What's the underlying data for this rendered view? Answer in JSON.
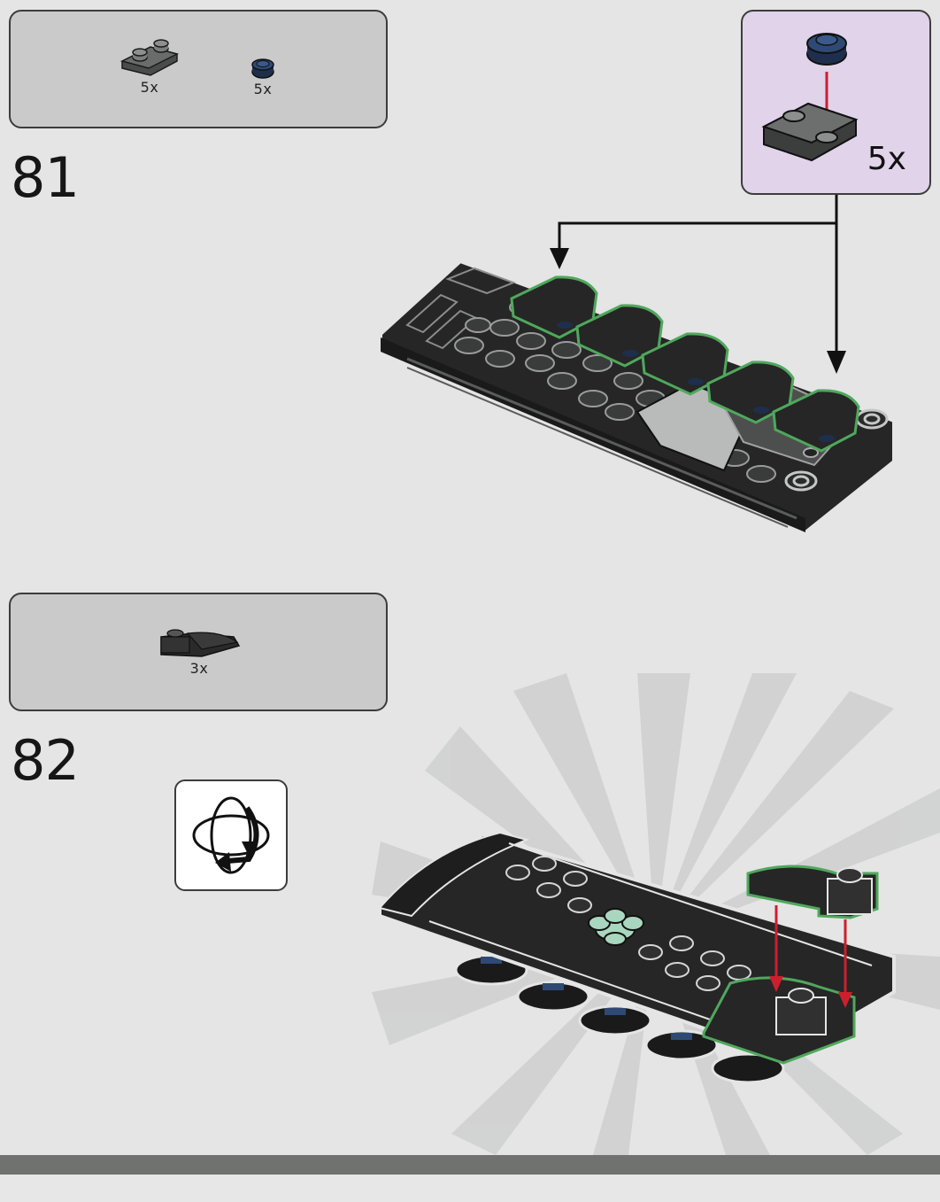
{
  "steps": [
    {
      "number": "81",
      "parts": [
        {
          "qty": "5x",
          "icon": "inverted-slope-1x2-dark-gray"
        },
        {
          "qty": "5x",
          "icon": "round-plate-1x1-dark-blue"
        }
      ],
      "subassembly": {
        "qty": "5x"
      }
    },
    {
      "number": "82",
      "parts": [
        {
          "qty": "3x",
          "icon": "curved-slope-2x2-black"
        }
      ],
      "rotate_icon": "rotate-model-icon"
    }
  ],
  "colors": {
    "background": "#e4e5e4",
    "parts_box": "#c9cac9",
    "subassembly_box": "#e0d3ea",
    "highlight": "#4fa85c",
    "arrow_red": "#cc1f2e",
    "brick_black": "#262626",
    "brick_gray": "#595b5a"
  }
}
